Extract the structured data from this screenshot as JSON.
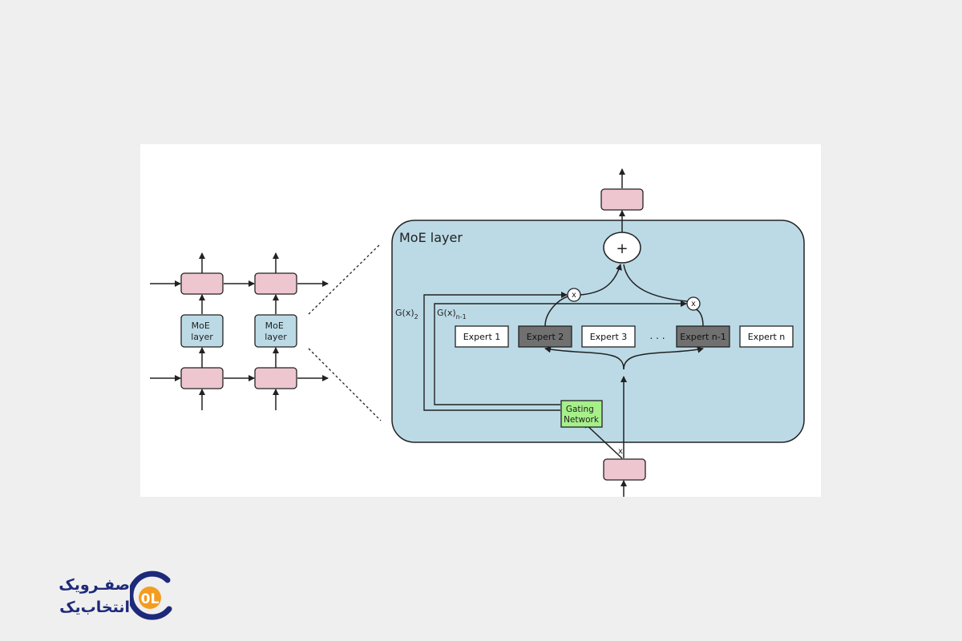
{
  "diagram": {
    "moe_block_label": "MoE\nlayer",
    "moe_container_title": "MoE layer",
    "plus_sign": "+",
    "multiply_sign": "x",
    "gate_output_2": "G(x)",
    "gate_output_2_sub": "2",
    "gate_output_n1": "G(x)",
    "gate_output_n1_sub": "n-1",
    "input_label": "x",
    "gating_network": "Gating\nNetwork",
    "ellipsis": ". . .",
    "experts": [
      {
        "label": "Expert 1",
        "selected": false
      },
      {
        "label": "Expert 2",
        "selected": true
      },
      {
        "label": "Expert 3",
        "selected": false
      },
      {
        "label": "Expert n-1",
        "selected": true
      },
      {
        "label": "Expert n",
        "selected": false
      }
    ],
    "colors": {
      "pink_block": "#eec6d0",
      "moe_blue": "#bbdae6",
      "gating_green": "#a6f08a",
      "selected_expert": "#707070",
      "stroke": "#222222"
    }
  },
  "logo": {
    "line1": "صفـرویک",
    "line2": "انتخاب‌یک",
    "mark_text": "0L",
    "colors": {
      "navy": "#1d2a7a",
      "orange": "#f39c1f"
    }
  }
}
